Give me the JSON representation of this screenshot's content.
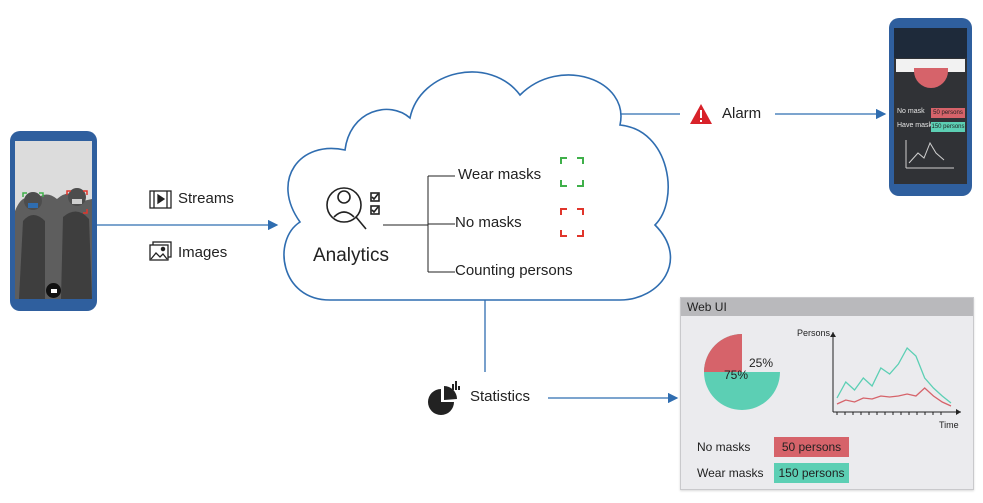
{
  "flow": {
    "streams_label": "Streams",
    "images_label": "Images",
    "analytics_label": "Analytics",
    "checks": [
      "Wear masks",
      "No masks",
      "Counting persons"
    ],
    "alarm_label": "Alarm",
    "statistics_label": "Statistics"
  },
  "mobile_app": {
    "no_mask_label": "No mask",
    "no_mask_value": "50 persons",
    "have_mask_label": "Have mask",
    "have_mask_value": "150 persons"
  },
  "web_ui": {
    "title": "Web UI",
    "no_masks_label": "No masks",
    "no_masks_value": "50 persons",
    "wear_masks_label": "Wear masks",
    "wear_masks_value": "150 persons"
  },
  "colors": {
    "accent_blue": "#2f6db0",
    "mask_green": "#5ccfb4",
    "no_mask_red": "#d6636a",
    "wear_bracket_green": "#3fb04a",
    "no_bracket_red": "#e0352b",
    "alarm_red": "#d8222a"
  },
  "chart_data": [
    {
      "type": "pie",
      "categories": [
        "Wear masks",
        "No masks"
      ],
      "values": [
        75,
        25
      ],
      "labels": [
        "75%",
        "25%"
      ]
    },
    {
      "type": "line",
      "xlabel": "Time",
      "ylabel": "Persons",
      "series": [
        {
          "values": [
            10,
            26,
            18,
            30,
            22,
            40,
            34,
            44,
            60,
            52,
            30,
            20,
            12,
            5
          ]
        },
        {
          "values": [
            4,
            8,
            6,
            10,
            9,
            12,
            11,
            12,
            14,
            12,
            20,
            12,
            6,
            2
          ]
        }
      ]
    }
  ]
}
